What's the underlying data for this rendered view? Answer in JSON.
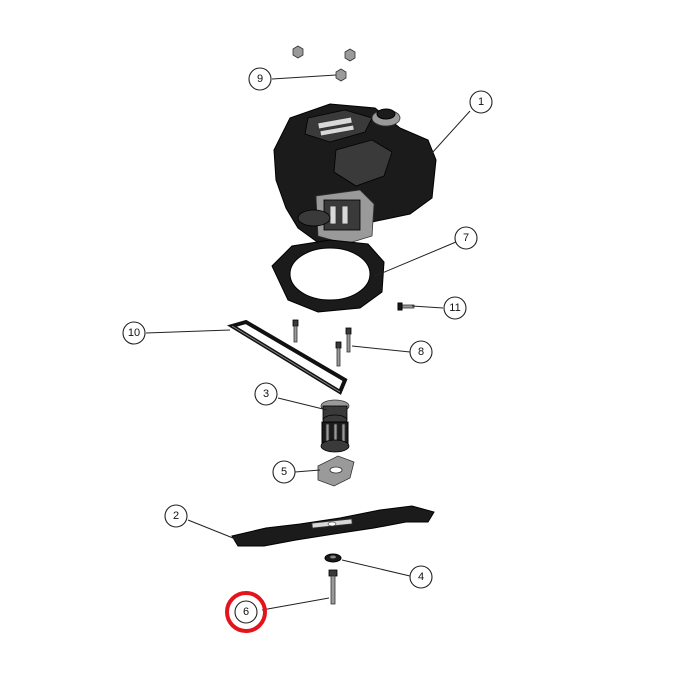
{
  "diagram": {
    "callouts": [
      {
        "id": "1",
        "label": "1",
        "highlighted": false
      },
      {
        "id": "2",
        "label": "2",
        "highlighted": false
      },
      {
        "id": "3",
        "label": "3",
        "highlighted": false
      },
      {
        "id": "4",
        "label": "4",
        "highlighted": false
      },
      {
        "id": "5",
        "label": "5",
        "highlighted": false
      },
      {
        "id": "6",
        "label": "6",
        "highlighted": true
      },
      {
        "id": "7",
        "label": "7",
        "highlighted": false
      },
      {
        "id": "8",
        "label": "8",
        "highlighted": false
      },
      {
        "id": "9",
        "label": "9",
        "highlighted": false
      },
      {
        "id": "10",
        "label": "10",
        "highlighted": false
      },
      {
        "id": "11",
        "label": "11",
        "highlighted": false
      }
    ],
    "highlight_color": "#e3141b"
  }
}
